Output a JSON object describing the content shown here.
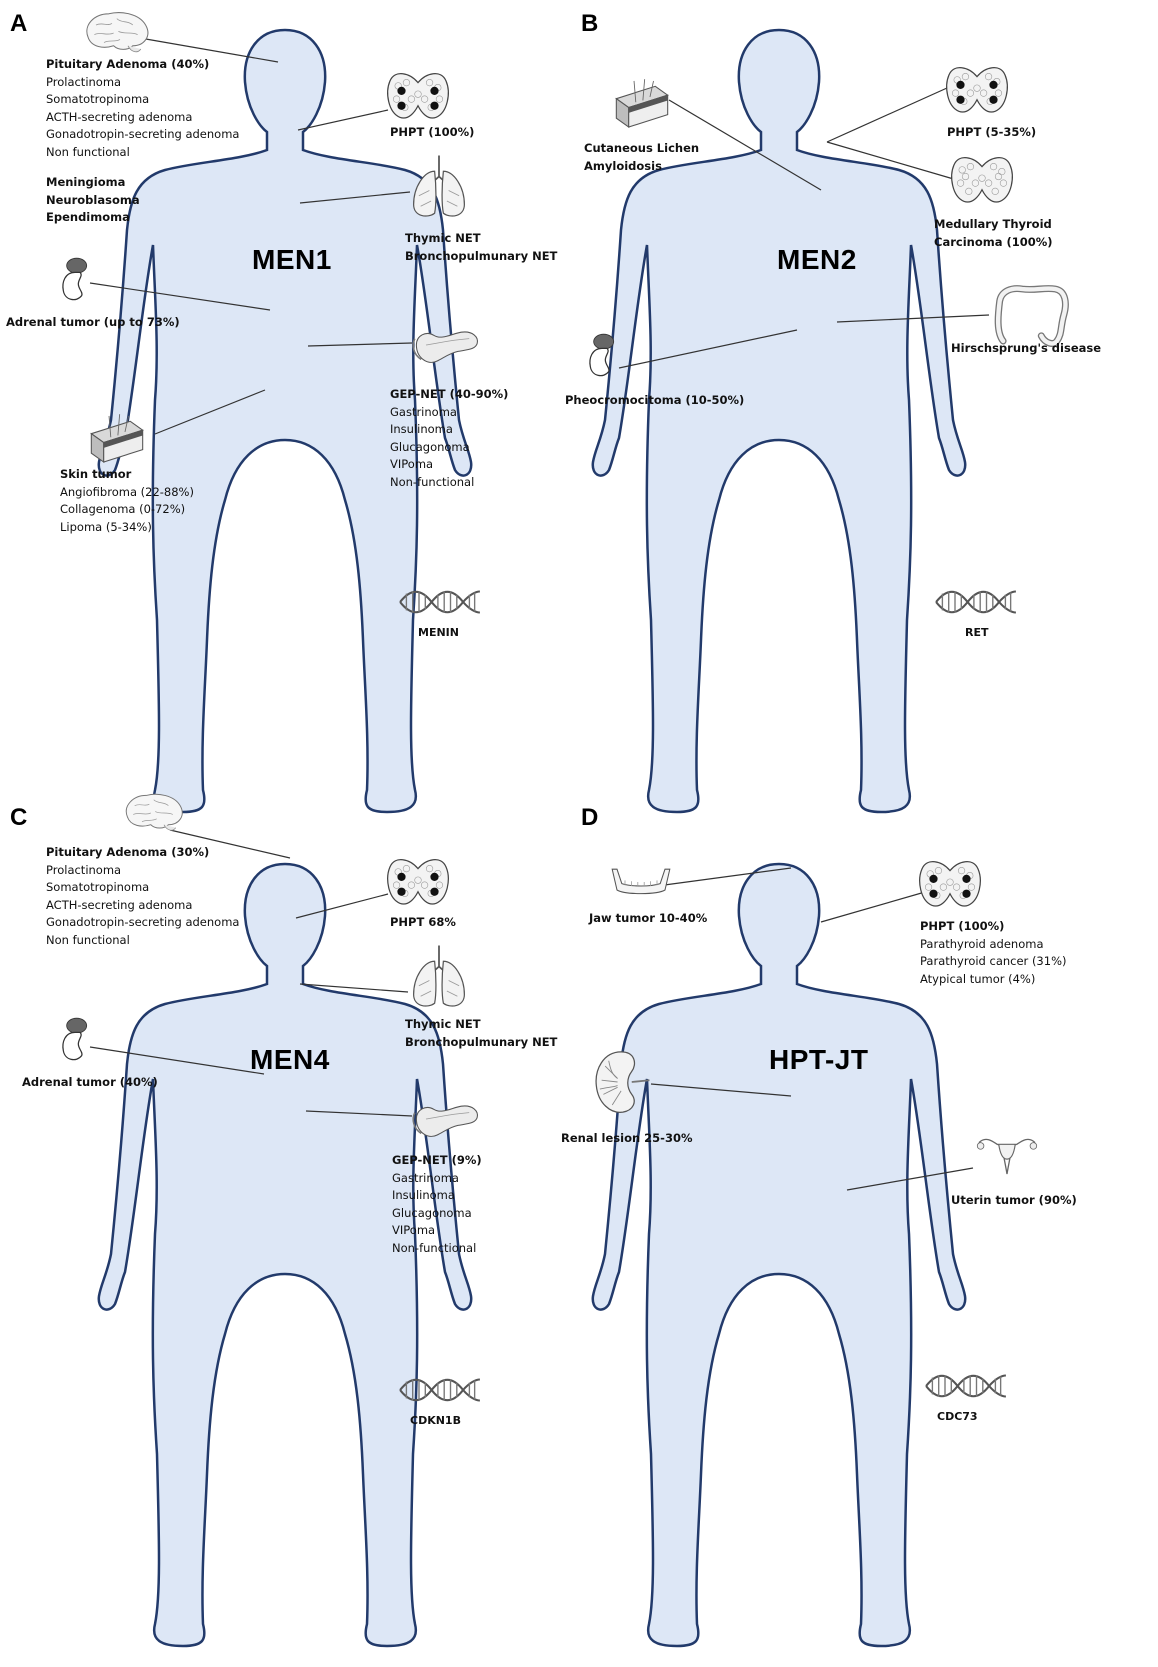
{
  "panels": {
    "a": {
      "letter": "A",
      "title": "MEN1",
      "gene": "MENIN",
      "pituitary": {
        "heading": "Pituitary Adenoma (40%)",
        "items": [
          "Prolactinoma",
          "Somatotropinoma",
          "ACTH-secreting adenoma",
          "Gonadotropin-secreting adenoma",
          "Non functional"
        ]
      },
      "cns": [
        "Meningioma",
        "Neuroblasoma",
        "Ependimoma"
      ],
      "pthp": "PHPT (100%)",
      "thymic": [
        "Thymic NET",
        "Bronchopulmunary NET"
      ],
      "adrenal": "Adrenal tumor (up to 73%)",
      "gepnet": {
        "heading": "GEP-NET (40-90%)",
        "items": [
          "Gastrinoma",
          "Insulinoma",
          "Glucagonoma",
          "VIPoma",
          "Non-functional"
        ]
      },
      "skin": {
        "heading": "Skin tumor",
        "items": [
          "Angiofibroma (22-88%)",
          "Collagenoma (0-72%)",
          "Lipoma (5-34%)"
        ]
      }
    },
    "b": {
      "letter": "B",
      "title": "MEN2",
      "gene": "RET",
      "cutaneous": [
        "Cutaneous Lichen",
        "Amyloidosis"
      ],
      "pthp": "PHPT (5-35%)",
      "medullary": [
        "Medullary Thyroid",
        "Carcinoma (100%)"
      ],
      "hirschsprung": "Hirschsprung's disease",
      "pheo": "Pheocromocitoma (10-50%)"
    },
    "c": {
      "letter": "C",
      "title": "MEN4",
      "gene": "CDKN1B",
      "pituitary": {
        "heading": "Pituitary Adenoma (30%)",
        "items": [
          "Prolactinoma",
          "Somatotropinoma",
          "ACTH-secreting adenoma",
          "Gonadotropin-secreting adenoma",
          "Non functional"
        ]
      },
      "pthp": "PHPT 68%",
      "thymic": [
        "Thymic NET",
        "Bronchopulmunary NET"
      ],
      "adrenal": "Adrenal tumor (40%)",
      "gepnet": {
        "heading": "GEP-NET (9%)",
        "items": [
          "Gastrinoma",
          "Insulinoma",
          "Glucagonoma",
          "VIPoma",
          "Non-functional"
        ]
      }
    },
    "d": {
      "letter": "D",
      "title": "HPT-JT",
      "gene": "CDC73",
      "jaw": "Jaw tumor 10-40%",
      "pthp": {
        "heading": "PHPT (100%)",
        "items": [
          "Parathyroid adenoma",
          "Parathyroid cancer (31%)",
          "Atypical tumor (4%)"
        ]
      },
      "renal": "Renal lesion  25-30%",
      "uterine": "Uterin tumor (90%)"
    }
  },
  "colors": {
    "body_fill": "#dde7f6",
    "body_stroke": "#223a6b",
    "line": "#333333",
    "icon_stroke": "#444444"
  }
}
